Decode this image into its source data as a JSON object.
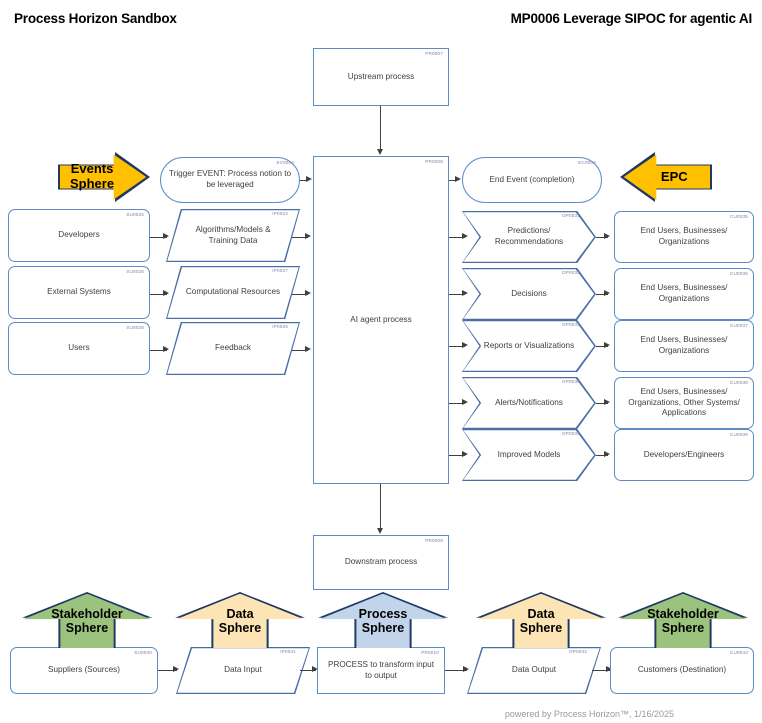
{
  "header": {
    "left_title": "Process Horizon Sandbox",
    "right_title": "MP0006 Leverage SIPOC for agentic AI"
  },
  "footer": {
    "text": "powered by Process Horizon™, 1/16/2025"
  },
  "colors": {
    "shape_border": "#5b8dc4",
    "shape_border_dark": "#4a6fa5",
    "arrow_fill": "#FFC000",
    "arrow_border": "#1f3864",
    "stakeholder_sphere": "#9CC37E",
    "data_sphere": "#FCE4B4",
    "process_sphere": "#C2D4EA",
    "id_text": "#7f7f9f",
    "connector": "#404040"
  },
  "sphere_arrows": {
    "events": {
      "label_line1": "Events",
      "label_line2": "Sphere",
      "direction": "right"
    },
    "epc": {
      "label_line1": "EPC",
      "label_line2": "",
      "direction": "left"
    }
  },
  "process": {
    "upstream": {
      "label": "Upstream process",
      "id": "PR0007"
    },
    "core": {
      "label": "AI agent process",
      "id": "PR0008"
    },
    "downstream": {
      "label": "Downstram process",
      "id": "PR0009"
    }
  },
  "events": {
    "trigger": {
      "label": "Trigger EVENT: Process notion to be leveraged",
      "id": "EV0004"
    },
    "end": {
      "label": "End Event (completion)",
      "id": "EC0003"
    }
  },
  "suppliers": [
    {
      "label": "Developers",
      "id": "SU0025"
    },
    {
      "label": "External Systems",
      "id": "SU0026"
    },
    {
      "label": "Users",
      "id": "SU0028"
    }
  ],
  "inputs": [
    {
      "label": "Algorithms/Models & Training Data",
      "id": "IP0024"
    },
    {
      "label": "Computational Resources",
      "id": "IP0027"
    },
    {
      "label": "Feedback",
      "id": "IP0029"
    }
  ],
  "outputs": [
    {
      "label": "Predictions/ Recommendations",
      "id": "OP0031"
    },
    {
      "label": "Decisions",
      "id": "OP0032"
    },
    {
      "label": "Reports or Visualizations",
      "id": "OP0033"
    },
    {
      "label": "Alerts/Notifications",
      "id": "OP0030"
    },
    {
      "label": "Improved Models",
      "id": "OP0034"
    }
  ],
  "customers": [
    {
      "label": "End Users, Businesses/ Organizations",
      "id": "CU0035"
    },
    {
      "label": "End Users, Businesses/ Organizations",
      "id": "CU0036"
    },
    {
      "label": "End Users, Businesses/ Organizations",
      "id": "CU0037"
    },
    {
      "label": "End Users, Businesses/ Organizations, Other Systems/ Applications",
      "id": "CU0038"
    },
    {
      "label": "Developers/Engineers",
      "id": "CU0039"
    }
  ],
  "legend": {
    "spheres": [
      {
        "line1": "Stakeholder",
        "line2": "Sphere",
        "color": "#9CC37E"
      },
      {
        "line1": "Data",
        "line2": "Sphere",
        "color": "#FCE4B4"
      },
      {
        "line1": "Process",
        "line2": "Sphere",
        "color": "#C2D4EA"
      },
      {
        "line1": "Data",
        "line2": "Sphere",
        "color": "#FCE4B4"
      },
      {
        "line1": "Stakeholder",
        "line2": "Sphere",
        "color": "#9CC37E"
      }
    ],
    "row": [
      {
        "label": "Suppliers (Sources)",
        "id": "SU0040",
        "shape": "ent"
      },
      {
        "label": "Data Input",
        "id": "IP0041",
        "shape": "para"
      },
      {
        "label": "PROCESS to transform input to output",
        "id": "PR0010",
        "shape": "proc"
      },
      {
        "label": "Data Output",
        "id": "OP0042",
        "shape": "para"
      },
      {
        "label": "Customers (Destination)",
        "id": "CU0043",
        "shape": "ent"
      }
    ]
  }
}
